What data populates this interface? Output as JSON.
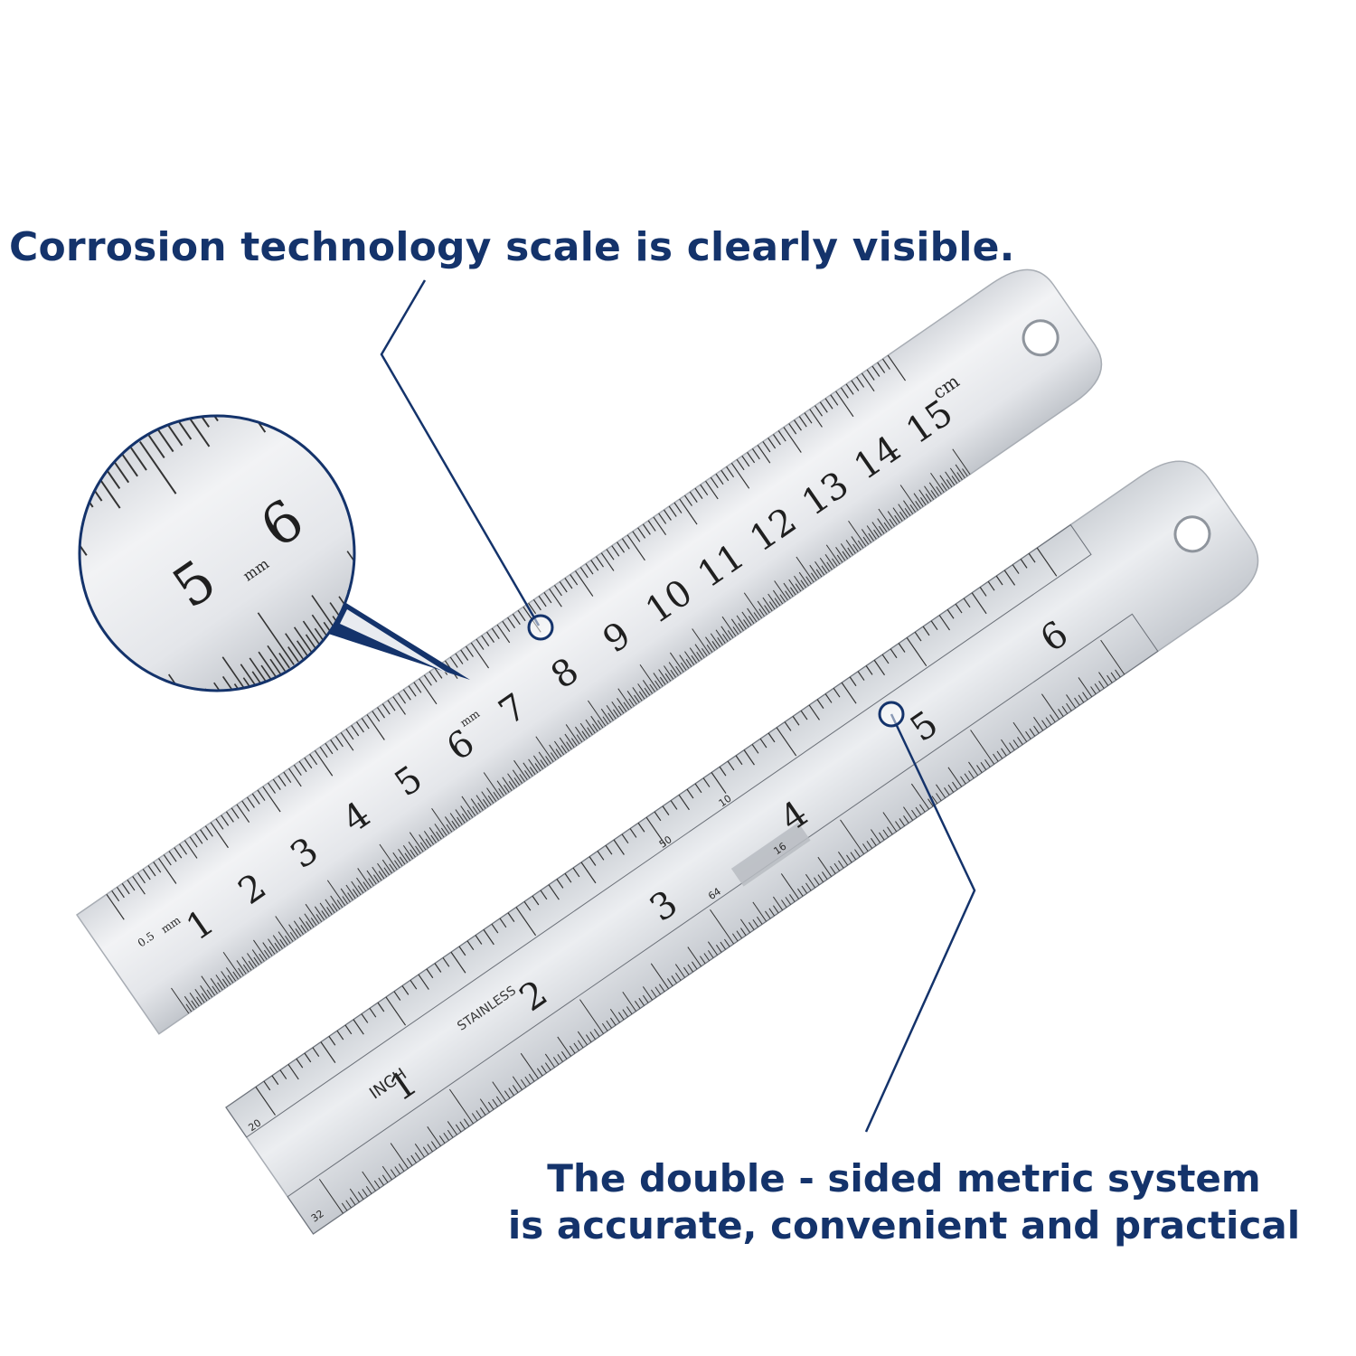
{
  "captions": {
    "top": "Corrosion technology scale is clearly visible.",
    "bottom_line1": "The double - sided metric system",
    "bottom_line2": "is accurate, convenient and practical"
  },
  "colors": {
    "accent": "#14336b",
    "steel_light": "#eef0f3",
    "steel_mid": "#c9cdd3",
    "steel_dark": "#9aa0a8",
    "marking": "#2a2a2a"
  },
  "metric_ruler": {
    "numbers": [
      "1",
      "2",
      "3",
      "4",
      "5",
      "6",
      "7",
      "8",
      "9",
      "10",
      "11",
      "12",
      "13",
      "14",
      "15"
    ],
    "unit_label": "cm",
    "mm_label": "mm",
    "half_mm_label": "0.5",
    "mm_label_lower": "mm"
  },
  "inch_ruler": {
    "numbers": [
      "1",
      "2",
      "3",
      "4",
      "5",
      "6"
    ],
    "inch_label": "INCH",
    "material_label": "STAINLESS",
    "subdivision_labels": [
      "10",
      "16",
      "50",
      "64",
      "20",
      "32"
    ]
  },
  "magnifier": {
    "numbers": [
      "5",
      "6"
    ],
    "mm_label": "mm"
  }
}
